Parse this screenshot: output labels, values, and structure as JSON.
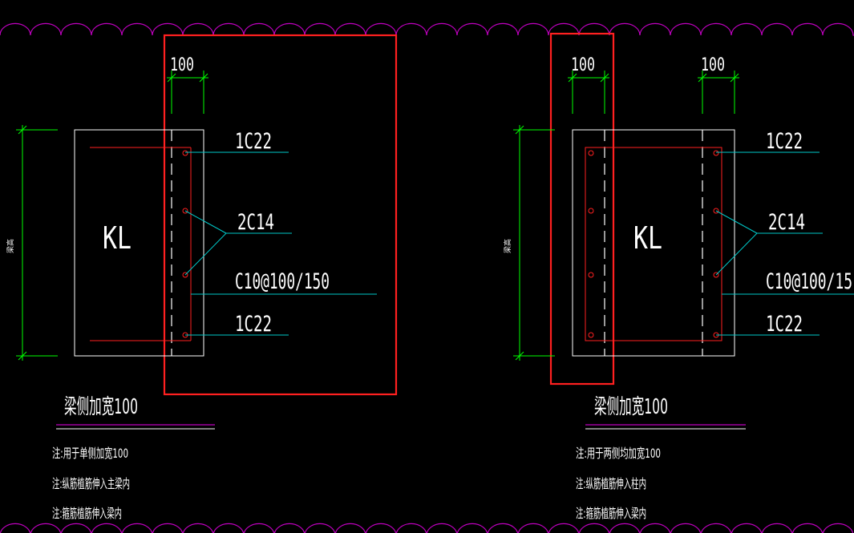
{
  "colors": {
    "background": "#000000",
    "cloud": "#c000c0",
    "outline": "#ffffff",
    "dim": "#00ff00",
    "leader": "#00c8c8",
    "rebar": "#ff2020",
    "highlight": "#ff2020",
    "underline_top": "#c000c0",
    "underline_bottom": "#ffffff"
  },
  "left_detail": {
    "dim_label": "100",
    "height_label": "梁高",
    "beam_label": "KL",
    "callouts": [
      "1C22",
      "2C14",
      "C10@100/150",
      "1C22"
    ],
    "title": "梁侧加宽100",
    "notes": [
      "注:用于单侧加宽100",
      "注:纵筋植筋伸入主梁内",
      "注:箍筋植筋伸入梁内"
    ]
  },
  "right_detail": {
    "dim_labels": [
      "100",
      "100"
    ],
    "height_label": "梁高",
    "beam_label": "KL",
    "callouts": [
      "1C22",
      "2C14",
      "C10@100/15",
      "1C22"
    ],
    "title": "梁侧加宽100",
    "notes": [
      "注:用于两侧均加宽100",
      "注:纵筋植筋伸入柱内",
      "注:箍筋植筋伸入梁内"
    ]
  }
}
